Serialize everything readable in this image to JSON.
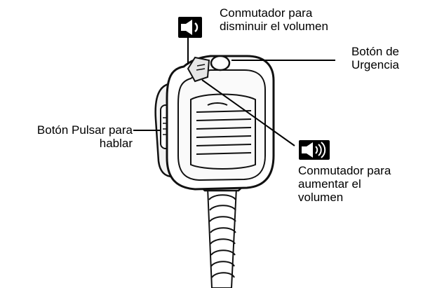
{
  "labels": {
    "vol_down": [
      "Conmutador para",
      "disminuir el volumen"
    ],
    "emergency": [
      "Botón de",
      "Urgencia"
    ],
    "ptt": [
      "Botón Pulsar para",
      "hablar"
    ],
    "vol_up": [
      "Conmutador para",
      "aumentar el",
      "volumen"
    ]
  },
  "icons": {
    "vol_down": "speaker-low-volume-icon",
    "vol_up": "speaker-high-volume-icon"
  },
  "colors": {
    "line": "#000000",
    "device_outline": "#1a1a1a",
    "icon_bg": "#000000"
  }
}
